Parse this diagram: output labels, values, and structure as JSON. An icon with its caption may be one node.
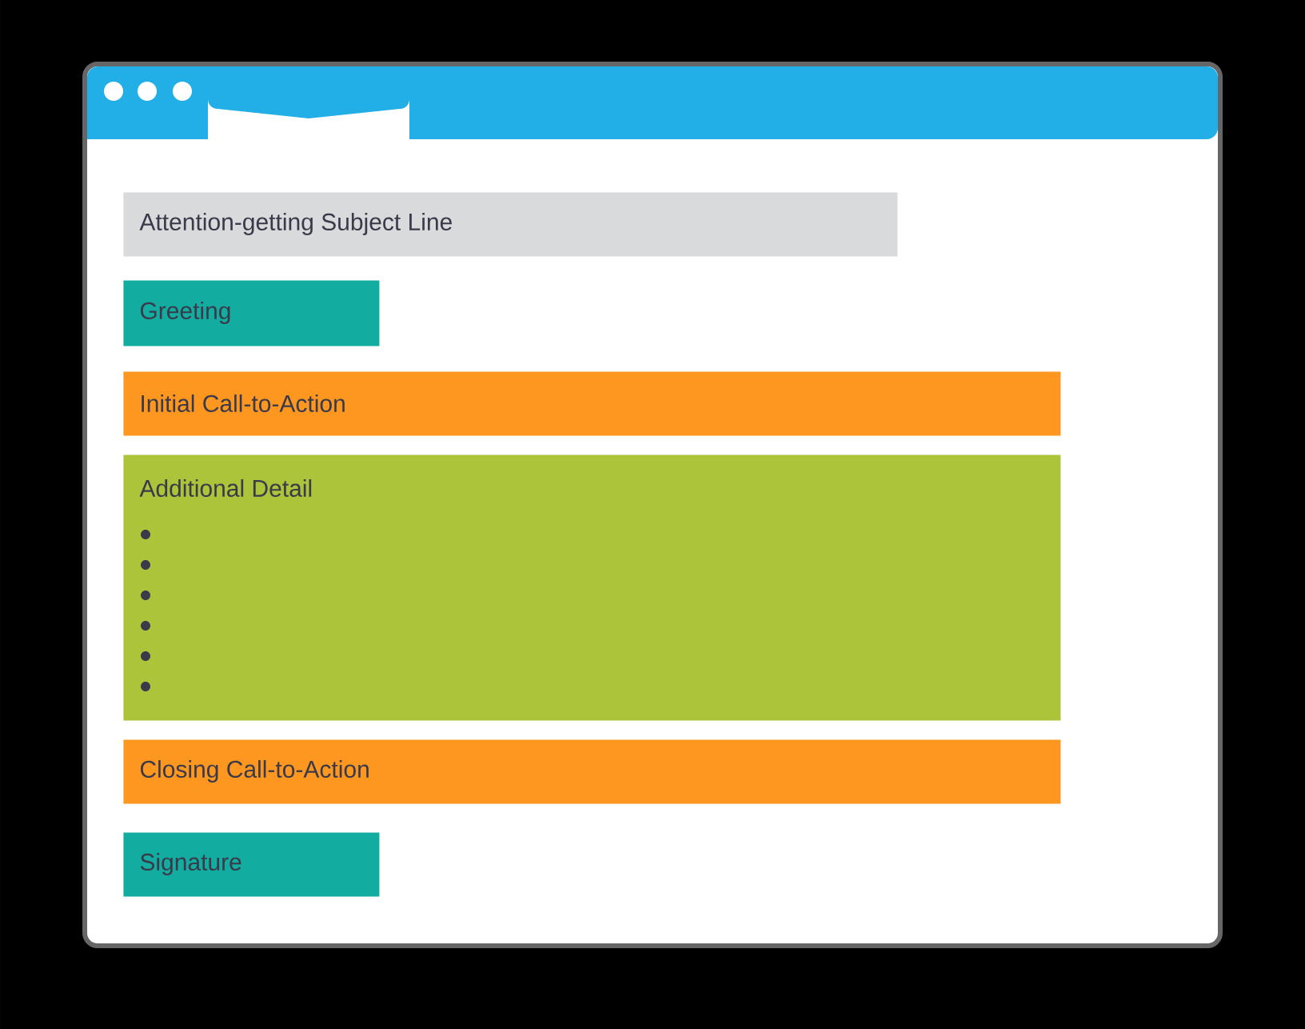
{
  "diagram": {
    "nodes": [
      {
        "text": [
          "Attention-getting Subject Line"
        ]
      },
      {
        "text": [
          "Greeting"
        ]
      },
      {
        "text": [
          "Initial Call-to-Action"
        ]
      },
      {
        "text": [
          "Additional Detail"
        ]
      },
      {
        "text": [
          "Closing Call-to-Action"
        ]
      },
      {
        "text": [
          "Signature"
        ]
      }
    ],
    "edges": []
  }
}
